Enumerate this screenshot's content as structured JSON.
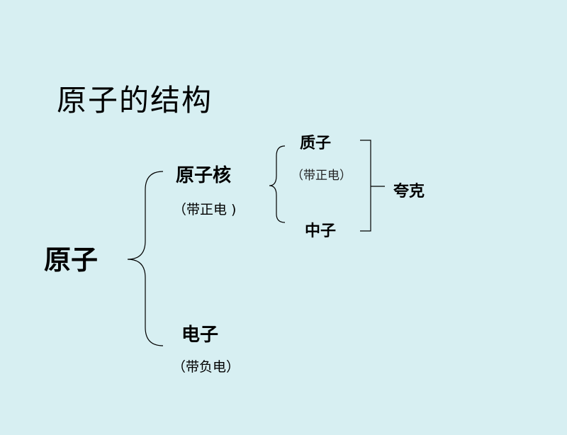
{
  "title": "原子的结构",
  "atom": "原子",
  "nucleus": {
    "label": "原子核",
    "charge": "（带正电 )"
  },
  "electron": {
    "label": "电子",
    "charge": "（带负电）"
  },
  "proton": {
    "label": "质子",
    "charge": "（带正电）"
  },
  "neutron": {
    "label": "中子"
  },
  "quark": "夸克"
}
